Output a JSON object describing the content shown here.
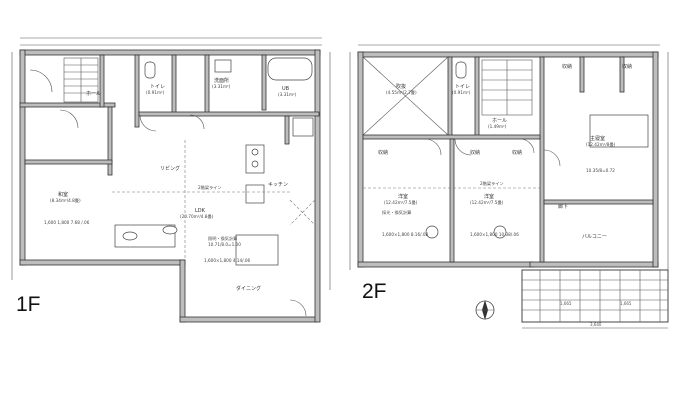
{
  "floors": {
    "first": {
      "label": "1F",
      "rooms": {
        "hall": "ホール",
        "toilet": "トイレ",
        "toilet_area": "(0.91m²)",
        "washroom": "洗面所",
        "washroom_area": "(3.31m²)",
        "bath": "UB",
        "bath_area": "(3.31m²)",
        "living": "リビング",
        "kitchen": "キッチン",
        "dining": "ダイニング",
        "ldk": "LDK",
        "ldk_area": "(20.70m²/4.8畳)",
        "japanese": "和室",
        "japanese_area": "(8.34m²/4.8畳)",
        "japanese_window": "1,600 1,800 7.68 /.06"
      },
      "notes": {
        "ceiling_line": "2階梁ライン",
        "lighting": "照明・換気計算",
        "lighting_detail": "10.71/8.0=1.00",
        "window_size": "1,600×1,800 4.14/.06"
      }
    },
    "second": {
      "label": "2F",
      "rooms": {
        "void": "吹抜",
        "void_area": "(4.55m²/2.7畳)",
        "toilet": "トイレ",
        "toilet_area": "(0.91m²)",
        "hall": "ホール",
        "hall_area": "(1.49m²)",
        "closet_a": "収納",
        "closet_b": "収納",
        "closet_c": "収納",
        "closet_d": "収納",
        "closet_e": "収納",
        "master": "主寝室",
        "master_area": "(12.42m²/8畳)",
        "master_note": "10.35/8=0.72",
        "bedroom_a": "洋室",
        "bedroom_a_area": "(12.42m²/7.5畳)",
        "bedroom_b": "洋室",
        "bedroom_b_area": "(12.42m²/7.5畳)",
        "corridor": "廊下",
        "balcony": "バルコニー",
        "ceiling_line": "2階梁ライン"
      },
      "notes": {
        "lighting": "採光・換気計算",
        "window": "1,600×1,800 8.16/.08",
        "window_b": "1,600×1,800 10.38/.06",
        "balcony_dim_left": "1,665",
        "balcony_dim_right": "1,665",
        "balcony_total": "3,640"
      }
    }
  }
}
